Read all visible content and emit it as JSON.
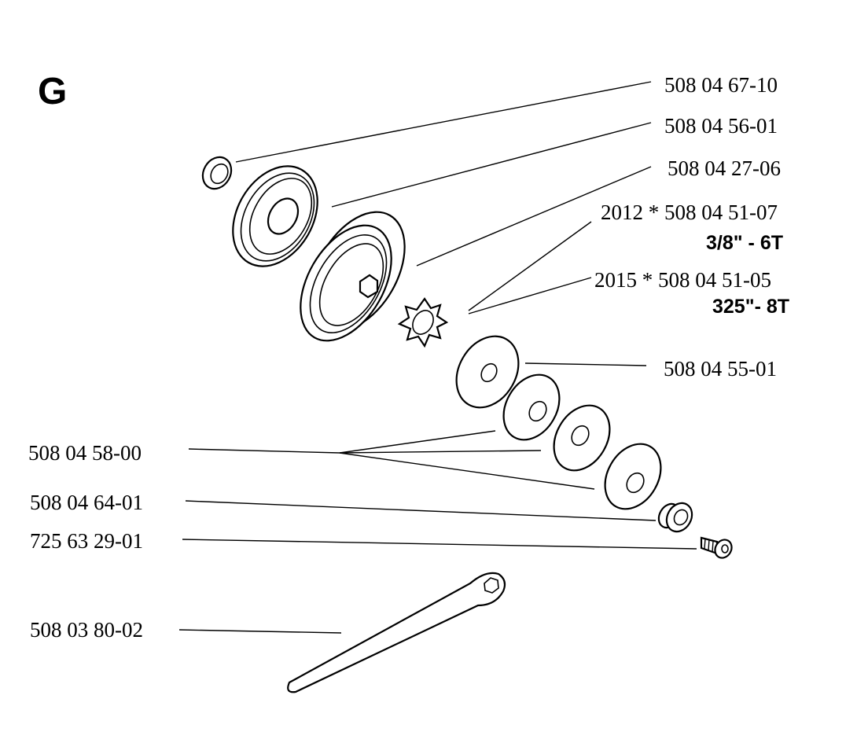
{
  "section": "G",
  "labels": {
    "p1": "508 04 67-10",
    "p2": "508 04 56-01",
    "p3": "508 04 27-06",
    "p4": "2012 * 508 04 51-07",
    "p4_sub": "3/8\" -  6T",
    "p5": "2015 * 508 04 51-05",
    "p5_sub": "325\"- 8T",
    "p6": "508 04 55-01",
    "p7": "508 04 58-00",
    "p8": "508 04 64-01",
    "p9": "725 63 29-01",
    "p10": "508 03 80-02"
  }
}
